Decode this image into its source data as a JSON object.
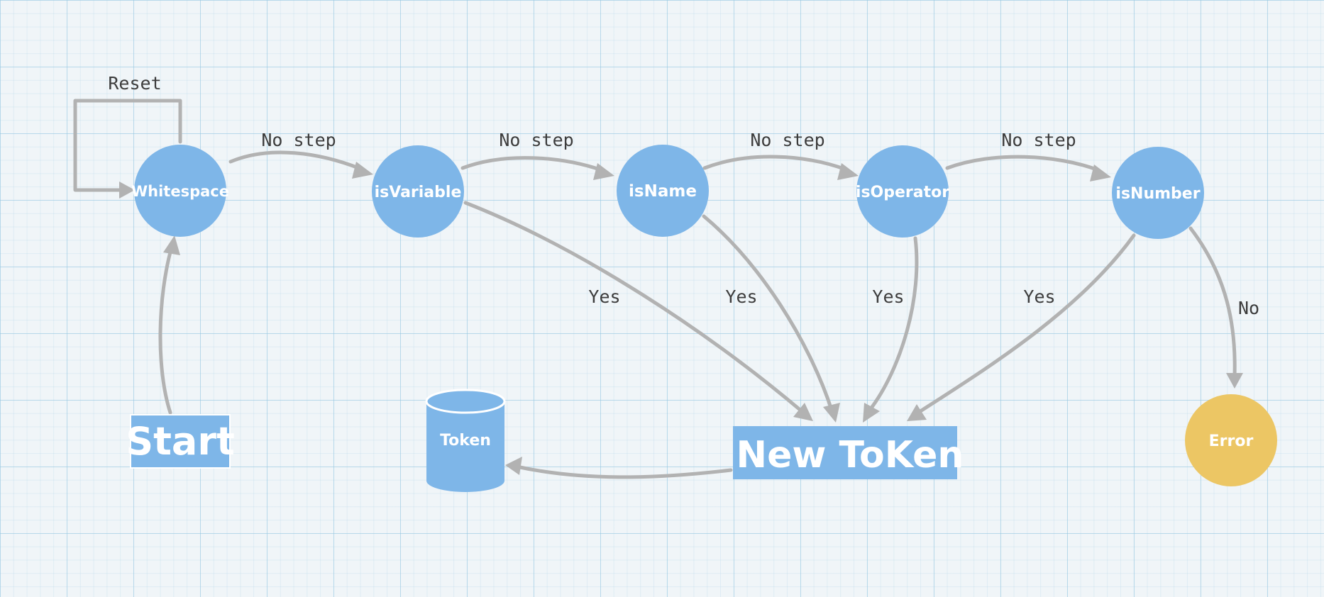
{
  "colors": {
    "node_blue": "#7eb6e8",
    "node_error": "#ecc664",
    "edge": "#b2b2b2",
    "label_text": "#3c3c3c",
    "node_text": "#ffffff"
  },
  "nodes": {
    "start": "Start",
    "whitespace": "Whitespace",
    "is_variable": "isVariable",
    "is_name": "isName",
    "is_operator": "isOperator",
    "is_number": "isNumber",
    "new_token": "New ToKen",
    "token": "Token",
    "error": "Error"
  },
  "edges": {
    "reset": "Reset",
    "no_step": "No step",
    "yes": "Yes",
    "no": "No"
  }
}
